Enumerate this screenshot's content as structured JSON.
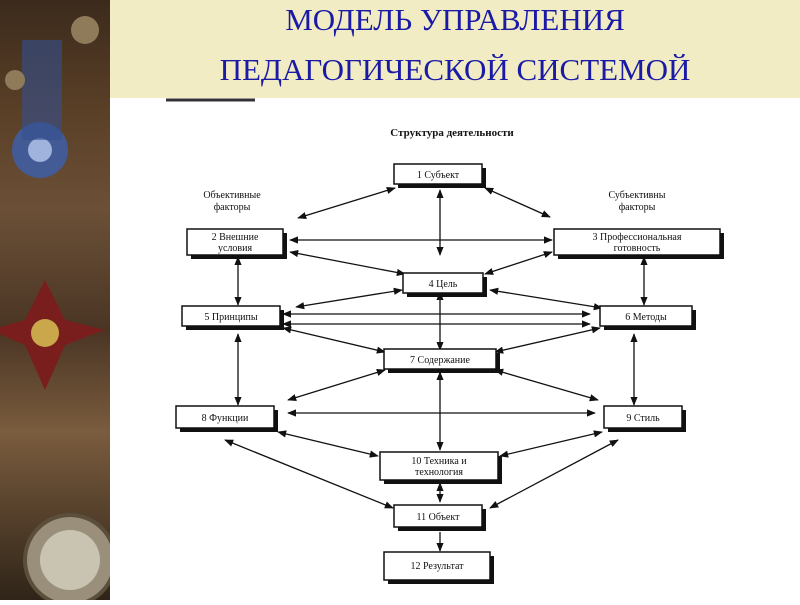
{
  "slide": {
    "title_line1": "МОДЕЛЬ УПРАВЛЕНИЯ",
    "title_line2": "ПЕДАГОГИЧЕСКОЙ СИСТЕМОЙ"
  },
  "diagram": {
    "heading": "Структура деятельности",
    "left_group": {
      "line1": "Объективные",
      "line2": "факторы"
    },
    "right_group": {
      "line1": "Субъективны",
      "line2": "факторы"
    },
    "nodes": {
      "n1": {
        "line1": "1 Субъект"
      },
      "n2": {
        "line1": "2 Внешние",
        "line2": "условия"
      },
      "n3": {
        "line1": "3 Профессиональная",
        "line2": "готовность"
      },
      "n4": {
        "line1": "4 Цель"
      },
      "n5": {
        "line1": "5 Принципы"
      },
      "n6": {
        "line1": "6 Методы"
      },
      "n7": {
        "line1": "7 Содержание"
      },
      "n8": {
        "line1": "8 Функции"
      },
      "n9": {
        "line1": "9 Стиль"
      },
      "n10": {
        "line1": "10 Техника и",
        "line2": "технология"
      },
      "n11": {
        "line1": "11 Объект"
      },
      "n12": {
        "line1": "12 Результат"
      }
    }
  },
  "colors": {
    "title": "#1a1aa6",
    "title_band": "#f2ecc4"
  }
}
